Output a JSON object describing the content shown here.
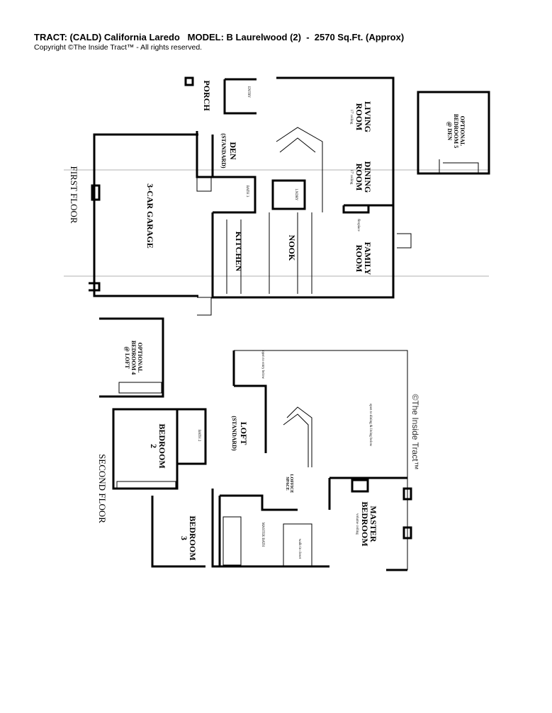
{
  "header": {
    "title": "TRACT: (CALD) California Laredo   MODEL: B Laurelwood (2)  -  2570 Sq.Ft. (Approx)",
    "copyright": "Copyright  ©The Inside Tract™ - All rights reserved."
  },
  "first_floor": {
    "label": "FIRST FLOOR",
    "rooms": {
      "porch": "PORCH",
      "entry": "ENTRY",
      "living1": "LIVING",
      "living2": "ROOM",
      "living_note": "17' ceiling",
      "dining1": "DINING",
      "dining2": "ROOM",
      "dining_note": "17' ceiling",
      "family1": "FAMILY",
      "family2": "ROOM",
      "den1": "DEN",
      "den2": "(STANDARD)",
      "garage": "3-CAR GARAGE",
      "nook": "NOOK",
      "kitchen": "KITCHEN",
      "bath": "BATH 3",
      "laundry": "LNDRY",
      "fireplace": "fireplace",
      "optional1": "OPTIONAL",
      "optional2": "BEDROOM 5",
      "optional3": "@ DEN"
    }
  },
  "second_floor": {
    "label": "SECOND FLOOR",
    "rooms": {
      "optional1": "OPTIONAL",
      "optional2": "BEDROOM 4",
      "optional3": "@ LOFT",
      "bedroom2a": "BEDROOM",
      "bedroom2b": "2",
      "bath2": "BATH 2",
      "loft1": "LOFT",
      "loft2": "(STANDARD)",
      "bedroom3a": "BEDROOM",
      "bedroom3b": "3",
      "loffice1": "LOFFICE",
      "loffice2": "SPACE",
      "master_bath": "MASTER BATH",
      "walkin": "walk-in closet",
      "master1": "MASTER",
      "master2": "BEDROOM",
      "master_note": "volume ceiling",
      "open_entry": "open to entry below",
      "open_dining": "open to dining & living below"
    }
  },
  "watermark": "©The Inside Tract™"
}
